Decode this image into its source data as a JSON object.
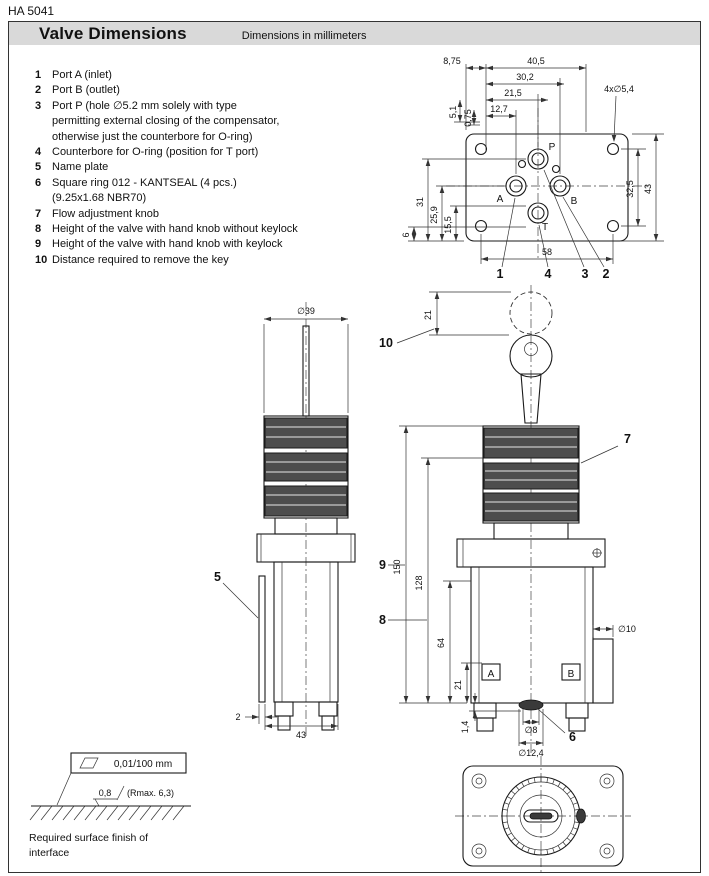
{
  "page": {
    "doc_number": "HA 5041",
    "title": "Valve Dimensions",
    "subtitle": "Dimensions in millimeters"
  },
  "legend": {
    "items": [
      {
        "num": "1",
        "text": "Port A (inlet)"
      },
      {
        "num": "2",
        "text": "Port B (outlet)"
      },
      {
        "num": "3",
        "text": "Port P (hole ∅5.2 mm solely with type\npermitting external closing of the compensator,\notherwise just the counterbore for O-ring)"
      },
      {
        "num": "4",
        "text": "Counterbore for O-ring (position for T port)"
      },
      {
        "num": "5",
        "text": "Name plate"
      },
      {
        "num": "6",
        "text": "Square ring 012 - KANTSEAL (4 pcs.)\n(9.25x1.68 NBR70)"
      },
      {
        "num": "7",
        "text": "Flow adjustment knob"
      },
      {
        "num": "8",
        "text": "Height of the valve with hand knob without keylock"
      },
      {
        "num": "9",
        "text": "Height of the valve with hand knob with keylock"
      },
      {
        "num": "10",
        "text": "Distance required to remove the key"
      }
    ]
  },
  "top_view": {
    "dims": {
      "w8_75": "8,75",
      "w40_5": "40,5",
      "w30_2": "30,2",
      "w21_5": "21,5",
      "w12_7": "12,7",
      "h5_1": "5,1",
      "h0_75": "0,75",
      "holes": "4x∅5,4",
      "h15_5": "15,5",
      "h25_9": "25,9",
      "h31": "31",
      "h6": "6",
      "w58": "58",
      "h32_5": "32,5",
      "h43": "43"
    },
    "ports": {
      "a": "A",
      "b": "B",
      "p": "P",
      "t": "T"
    },
    "callouts": {
      "c1": "1",
      "c4": "4",
      "c3": "3",
      "c2": "2"
    }
  },
  "left_view": {
    "dims": {
      "d39": "∅39",
      "d2": "2",
      "d43": "43"
    },
    "callouts": {
      "c5": "5"
    }
  },
  "right_view": {
    "dims": {
      "d21_top": "21",
      "d150": "150",
      "d128": "128",
      "d64": "64",
      "d21": "21",
      "d1_4": "1,4",
      "d10": "∅10",
      "d8": "∅8",
      "d12_4": "∅12,4"
    },
    "ports": {
      "a": "A",
      "b": "B"
    },
    "callouts": {
      "c10": "10",
      "c7": "7",
      "c9": "9",
      "c8": "8",
      "c6": "6"
    }
  },
  "surface_finish": {
    "flatness": "0,01/100 mm",
    "roughness": "0,8",
    "rmax": "(Rmax. 6,3)",
    "caption_line1": "Required surface finish of",
    "caption_line2": "interface"
  }
}
